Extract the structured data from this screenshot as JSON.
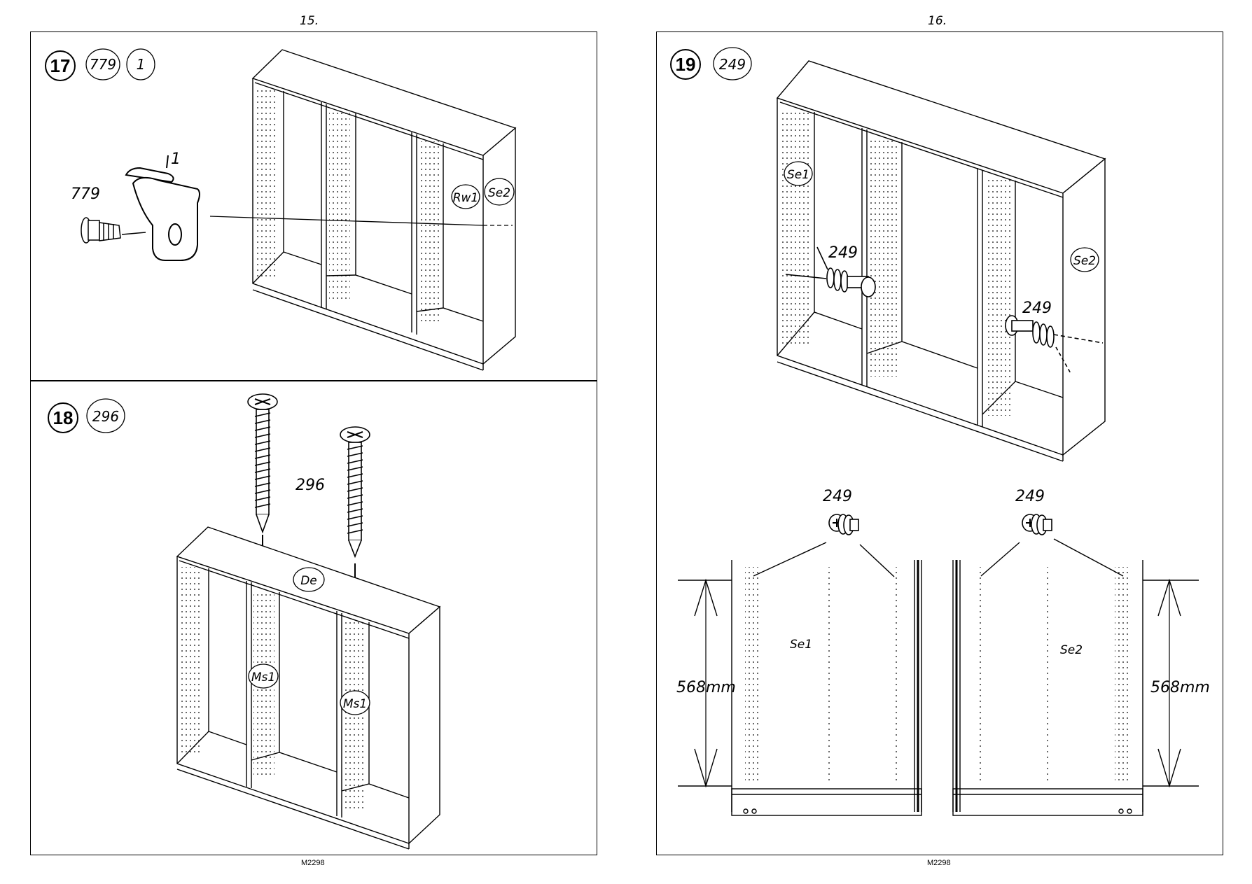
{
  "pages": [
    {
      "number": "15.",
      "footer": "M2298"
    },
    {
      "number": "16.",
      "footer": "M2298"
    }
  ],
  "steps": {
    "s17": {
      "number": "17",
      "parts": [
        "779",
        "1"
      ],
      "callout_bracket": "1",
      "callout_screw": "779",
      "tags": [
        "Rw1",
        "Se2"
      ]
    },
    "s18": {
      "number": "18",
      "parts": [
        "296"
      ],
      "callout_screw": "296",
      "tags": [
        "De",
        "Ms1",
        "Ms1"
      ]
    },
    "s19": {
      "number": "19",
      "parts": [
        "249"
      ],
      "callouts": [
        "249",
        "249"
      ],
      "tags": [
        "Se1",
        "Se2"
      ]
    }
  },
  "detail": {
    "left": {
      "panel": "Se1",
      "part": "249",
      "dimension": "568mm"
    },
    "right": {
      "panel": "Se2",
      "part": "249",
      "dimension": "568mm"
    }
  }
}
